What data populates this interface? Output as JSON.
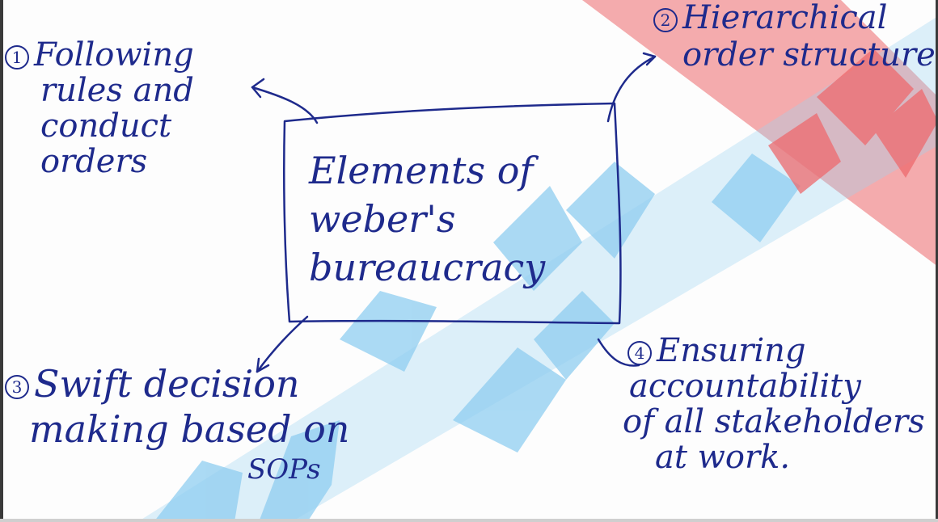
{
  "diagram": {
    "center": {
      "lines": [
        "Elements of",
        "weber's",
        "bureaucracy"
      ]
    },
    "nodes": [
      {
        "id": "1",
        "number": "1",
        "lines": [
          "Following",
          "rules and",
          "conduct",
          "orders"
        ]
      },
      {
        "id": "2",
        "number": "2",
        "lines": [
          "Hierarchical",
          "order structure"
        ]
      },
      {
        "id": "3",
        "number": "3",
        "lines": [
          "Swift decision",
          "making based on",
          "SOPs"
        ]
      },
      {
        "id": "4",
        "number": "4",
        "lines": [
          "Ensuring",
          "accountability",
          "of all stakeholders",
          "at work."
        ]
      }
    ]
  },
  "watermark": {
    "colors": {
      "red": "#e8202a",
      "blue": "#1aa0e6"
    }
  },
  "colors": {
    "ink": "#1e2a8c",
    "paper": "#fdfdfd"
  }
}
